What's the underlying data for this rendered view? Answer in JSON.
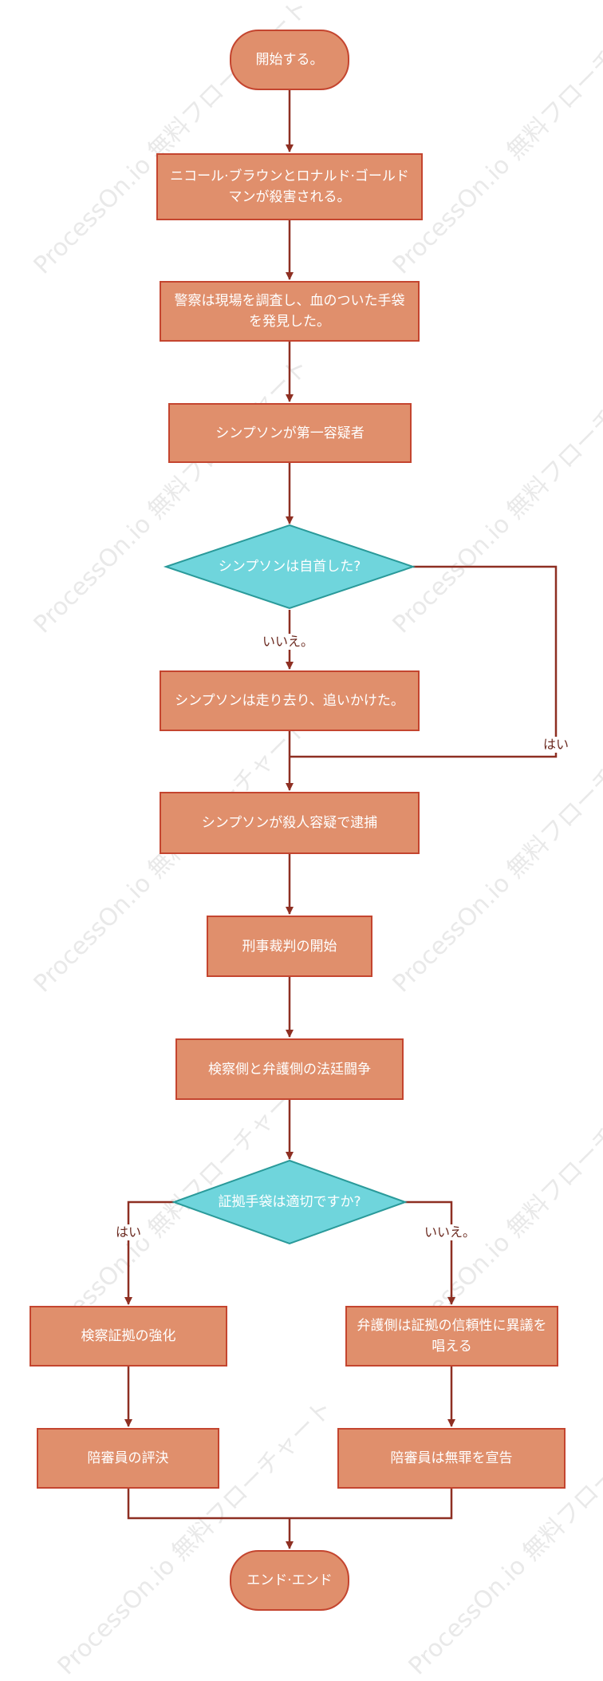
{
  "watermark": "ProcessOn.io 無料フローチャート",
  "colors": {
    "process_fill": "#e08f6c",
    "process_border": "#c4452f",
    "decision_fill": "#6fd5dc",
    "decision_border": "#2a9a9a",
    "connector": "#8e2f22",
    "edge_label": "#6b2a20"
  },
  "nodes": {
    "start": "開始する。",
    "murder": "ニコール·ブラウンとロナルド·ゴールドマンが殺害される。",
    "police": "警察は現場を調査し、血のついた手袋を発見した。",
    "suspect": "シンプソンが第一容疑者",
    "dec_surrender": "シンプソンは自首した?",
    "chase": "シンプソンは走り去り、追いかけた。",
    "arrest": "シンプソンが殺人容疑で逮捕",
    "trial": "刑事裁判の開始",
    "battle": "検察側と弁護側の法廷闘争",
    "dec_glove": "証拠手袋は適切ですか?",
    "prosecution": "検察証拠の強化",
    "defense": "弁護側は証拠の信頼性に異議を唱える",
    "verdict": "陪審員の評決",
    "acquit": "陪審員は無罪を宣告",
    "end": "エンド·エンド"
  },
  "edge_labels": {
    "surrender_no": "いいえ。",
    "surrender_yes": "はい",
    "glove_yes": "はい",
    "glove_no": "いいえ。"
  }
}
